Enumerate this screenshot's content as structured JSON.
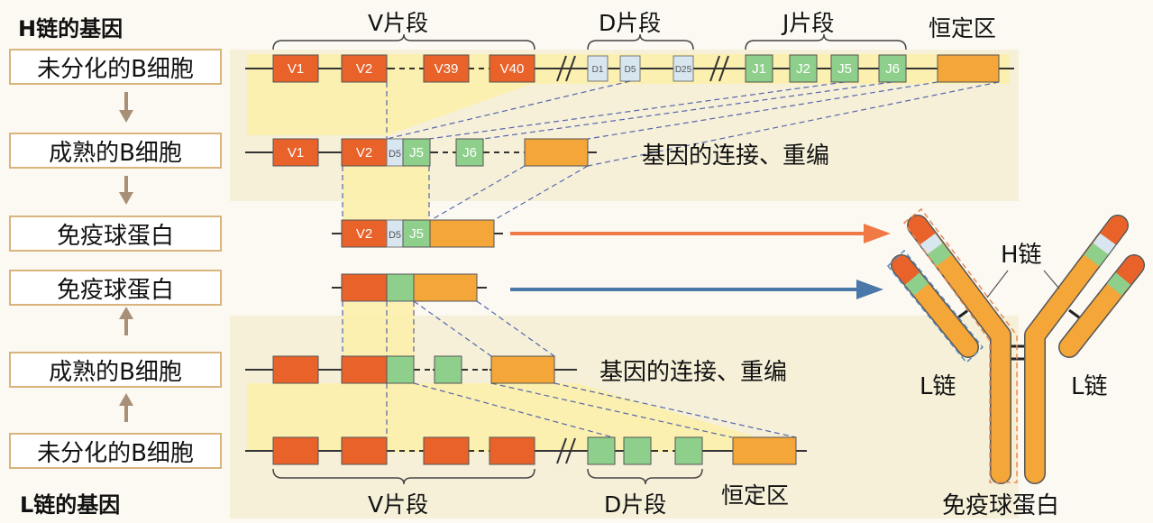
{
  "h_chain": {
    "title": "H链的基因",
    "segments": {
      "v": "V片段",
      "d": "D片段",
      "j": "J片段",
      "c": "恒定区"
    },
    "germline": {
      "stage": "未分化的B细胞",
      "v": [
        "V1",
        "V2",
        "V39",
        "V40"
      ],
      "d": [
        "D1",
        "D5",
        "D25"
      ],
      "j": [
        "J1",
        "J2",
        "J5",
        "J6"
      ]
    },
    "mature": {
      "stage": "成熟的B细胞",
      "genes": [
        "V1",
        "V2",
        "D5",
        "J5",
        "J6"
      ],
      "note": "基因的连接、重编"
    },
    "protein": {
      "stage": "免疫球蛋白",
      "genes": [
        "V2",
        "D5",
        "J5"
      ]
    }
  },
  "l_chain": {
    "title": "L链的基因",
    "segments": {
      "v": "V片段",
      "d": "D片段",
      "c": "恒定区"
    },
    "germline": {
      "stage": "未分化的B细胞"
    },
    "mature": {
      "stage": "成熟的B细胞",
      "note": "基因的连接、重编"
    },
    "protein": {
      "stage": "免疫球蛋白"
    }
  },
  "antibody": {
    "h_label": "H链",
    "l_label_left": "L链",
    "l_label_right": "L链",
    "caption": "免疫球蛋白"
  },
  "colors": {
    "v": "#e8622a",
    "d": "#d8e6f0",
    "j": "#8fcf8c",
    "c": "#f4a638",
    "highlight": "#fbf1b0",
    "h_arrow": "#f07a45",
    "l_arrow": "#4a78a8"
  }
}
